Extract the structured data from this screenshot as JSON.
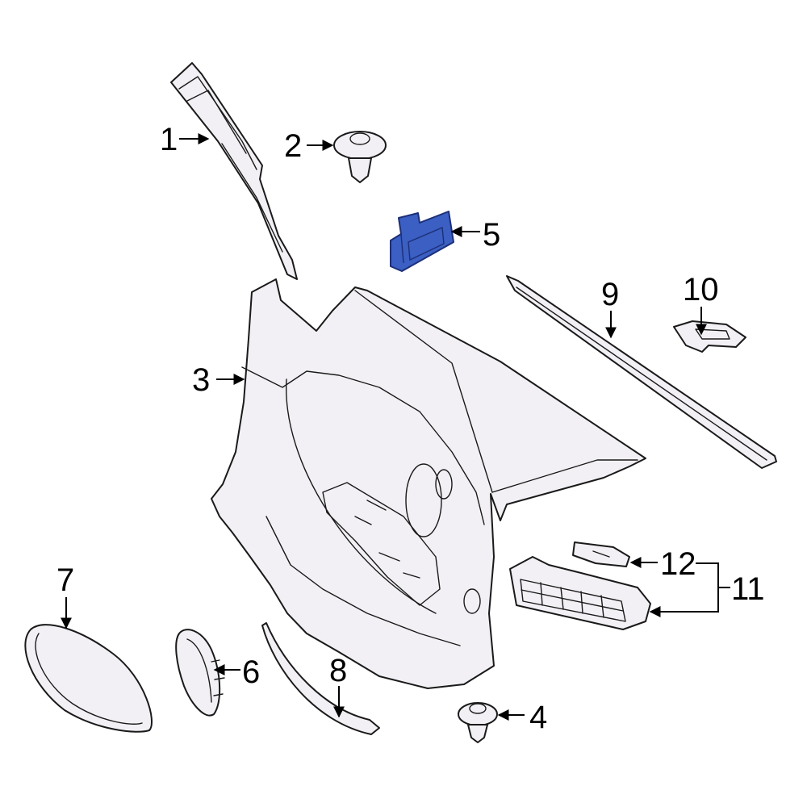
{
  "callouts": {
    "c1": "1",
    "c2": "2",
    "c3": "3",
    "c4": "4",
    "c5": "5",
    "c6": "6",
    "c7": "7",
    "c8": "8",
    "c9": "9",
    "c10": "10",
    "c11": "11",
    "c12": "12"
  },
  "colors": {
    "highlight_part": "#3b5fc2",
    "line": "#1a1a1a",
    "part_fill": "#f2f0f4",
    "background": "#ffffff"
  },
  "highlighted_part": "5"
}
